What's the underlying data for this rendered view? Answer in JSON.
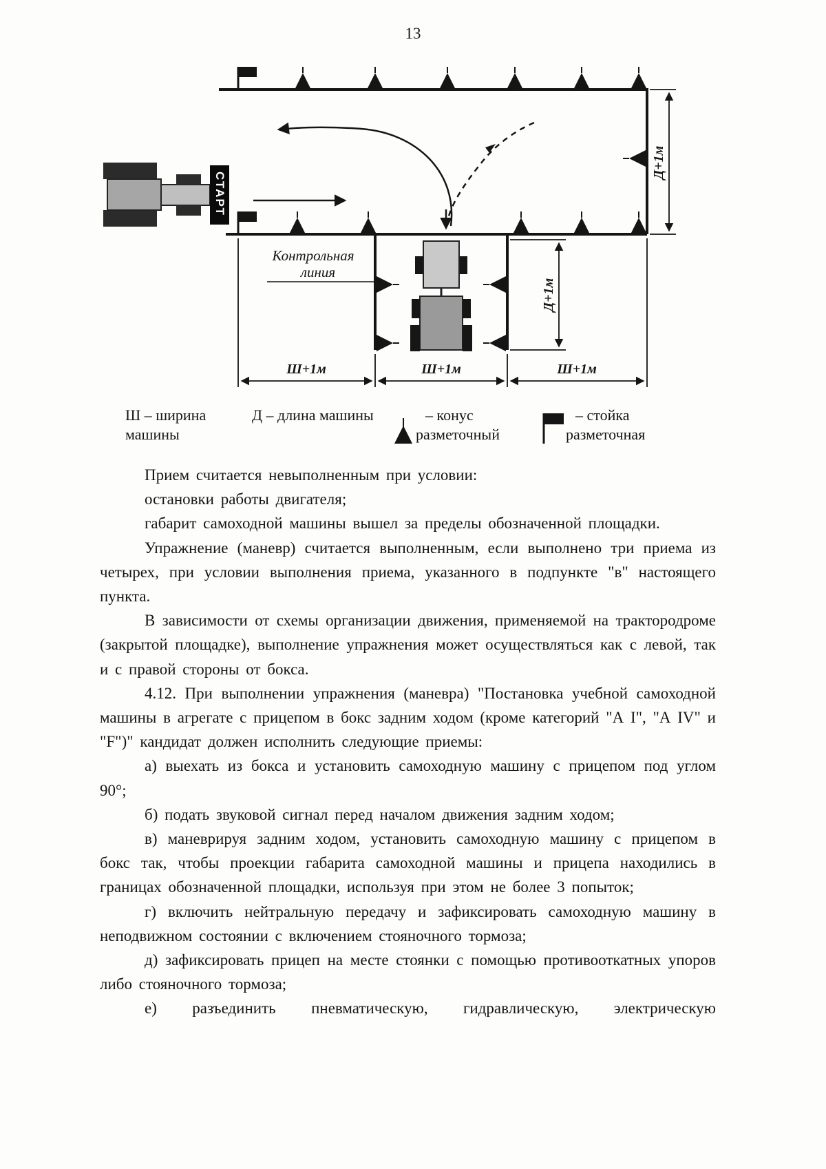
{
  "page": {
    "number": "13"
  },
  "diagram": {
    "start_label": "СТАРТ",
    "control_line": {
      "line1": "Контрольная",
      "line2": "линия"
    },
    "dim_length": "Д+1м",
    "dim_width": "Ш+1м"
  },
  "legend": {
    "width": {
      "line1": "Ш – ширина",
      "line2": "машины"
    },
    "length": "Д – длина машины",
    "cone": {
      "line1": "– конус",
      "line2": "разметочный"
    },
    "post": {
      "line1": "– стойка",
      "line2": "разметочная"
    }
  },
  "content": {
    "paragraphs": [
      "Прием считается невыполненным при условии:",
      "остановки работы двигателя;",
      "габарит самоходной машины вышел за пределы обозначенной площадки.",
      "Упражнение (маневр) считается выполненным, если выполнено три приема из четырех, при условии выполнения приема, указанного в подпункте \"в\" настоящего пункта.",
      "В зависимости от схемы организации движения, применяемой на трактородроме (закрытой площадке), выполнение упражнения может осуществляться как с левой, так и с правой стороны от бокса.",
      "4.12. При выполнении упражнения (маневра) \"Постановка учебной самоходной машины в агрегате с прицепом в бокс задним ходом (кроме категорий \"А I\", \"А IV\" и \"F\")\" кандидат должен исполнить следующие приемы:",
      "а) выехать из бокса и установить самоходную машину с прицепом под углом 90°;",
      "б) подать звуковой сигнал перед началом движения задним ходом;",
      "в) маневрируя задним ходом, установить самоходную машину с прицепом в бокс так, чтобы проекции габарита самоходной машины и прицепа находились в границах обозначенной площадки, используя при этом не более 3 попыток;",
      "г) включить нейтральную передачу и зафиксировать самоходную машину в неподвижном состоянии с включением стояночного тормоза;",
      "д) зафиксировать прицеп на месте стоянки с помощью противооткатных упоров либо стояночного тормоза;",
      "е) разъединить пневматическую, гидравлическую, электрическую"
    ]
  }
}
